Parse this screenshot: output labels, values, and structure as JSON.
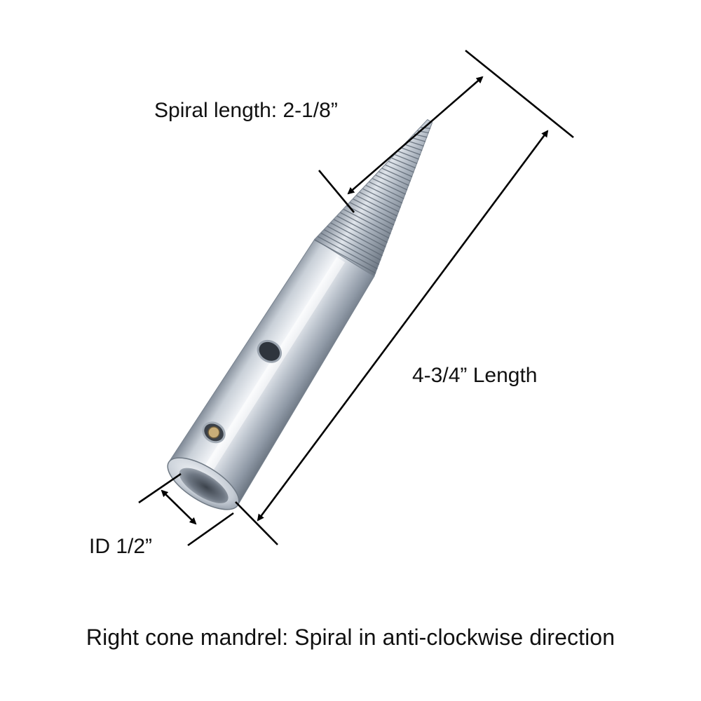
{
  "annotations": {
    "spiral_length": "Spiral length: 2-1/8”",
    "overall_length": "4-3/4” Length",
    "inner_diameter": "ID 1/2”"
  },
  "caption": "Right cone mandrel: Spiral in anti-clockwise direction",
  "colors": {
    "metal_light": "#e9edf2",
    "metal_mid": "#b9c1cb",
    "metal_dark": "#6f7a87",
    "thread": "#8c96a3",
    "dimension_line": "#000000",
    "text": "#111111"
  }
}
